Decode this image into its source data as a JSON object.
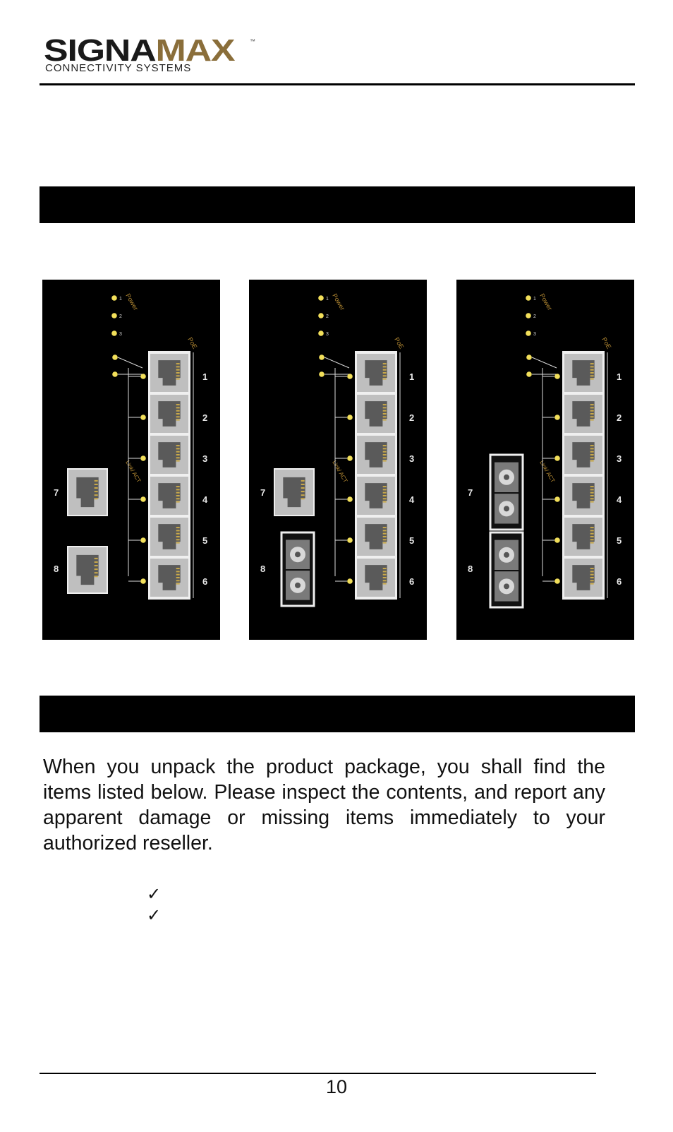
{
  "header": {
    "logo_part1": "SIGNA",
    "logo_part2": "MAX",
    "logo_tm": "™",
    "logo_subtitle": "CONNECTIVITY SYSTEMS"
  },
  "panels": [
    {
      "labels": {
        "power": "Power",
        "poe": "PoE",
        "link_act": "Link/ ACT"
      },
      "led_numbers": [
        "1",
        "2",
        "3"
      ],
      "port_numbers": [
        "1",
        "2",
        "3",
        "4",
        "5",
        "6"
      ],
      "uplink_numbers": [
        "7",
        "8"
      ],
      "uplink_types": [
        "rj45",
        "rj45"
      ]
    },
    {
      "labels": {
        "power": "Power",
        "poe": "PoE",
        "link_act": "Link/ ACT"
      },
      "led_numbers": [
        "1",
        "2",
        "3"
      ],
      "port_numbers": [
        "1",
        "2",
        "3",
        "4",
        "5",
        "6"
      ],
      "uplink_numbers": [
        "7",
        "8"
      ],
      "uplink_types": [
        "rj45",
        "fiber"
      ]
    },
    {
      "labels": {
        "power": "Power",
        "poe": "PoE",
        "link_act": "Link/ ACT"
      },
      "led_numbers": [
        "1",
        "2",
        "3"
      ],
      "port_numbers": [
        "1",
        "2",
        "3",
        "4",
        "5",
        "6"
      ],
      "uplink_numbers": [
        "7",
        "8"
      ],
      "uplink_types": [
        "fiber",
        "fiber"
      ]
    }
  ],
  "body": {
    "paragraph": "When you unpack the product package, you shall find the items listed below. Please inspect the contents, and report any apparent damage or missing items immediately to your",
    "paragraph_last": "authorized reseller.",
    "check_items": [
      "✓",
      "✓"
    ]
  },
  "footer": {
    "page_number": "10"
  },
  "colors": {
    "led": "#f2df5a",
    "port": "#d9d9d9",
    "label_gold": "#b58a32",
    "panel_bg": "#000000"
  }
}
